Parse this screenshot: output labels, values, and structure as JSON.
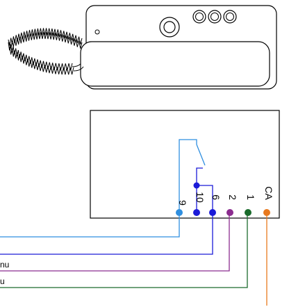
{
  "terminals": [
    {
      "label": "9",
      "color": "#2f8fe0"
    },
    {
      "label": "10",
      "color": "#1a1ad8"
    },
    {
      "label": "6",
      "color": "#1a1ad8"
    },
    {
      "label": "2",
      "color": "#8b2c8f"
    },
    {
      "label": "1",
      "color": "#1b6b2c"
    },
    {
      "label": "CA",
      "color": "#e8791e"
    }
  ],
  "wire_labels": [
    {
      "text": "nu"
    },
    {
      "text": "u"
    }
  ],
  "colors": {
    "outline": "#000000",
    "light_blue_wire": "#2f8fe0",
    "dark_blue_wire": "#1a1ad8",
    "purple_wire": "#8b2c8f",
    "green_wire": "#1b6b2c",
    "orange_wire": "#e8791e"
  }
}
